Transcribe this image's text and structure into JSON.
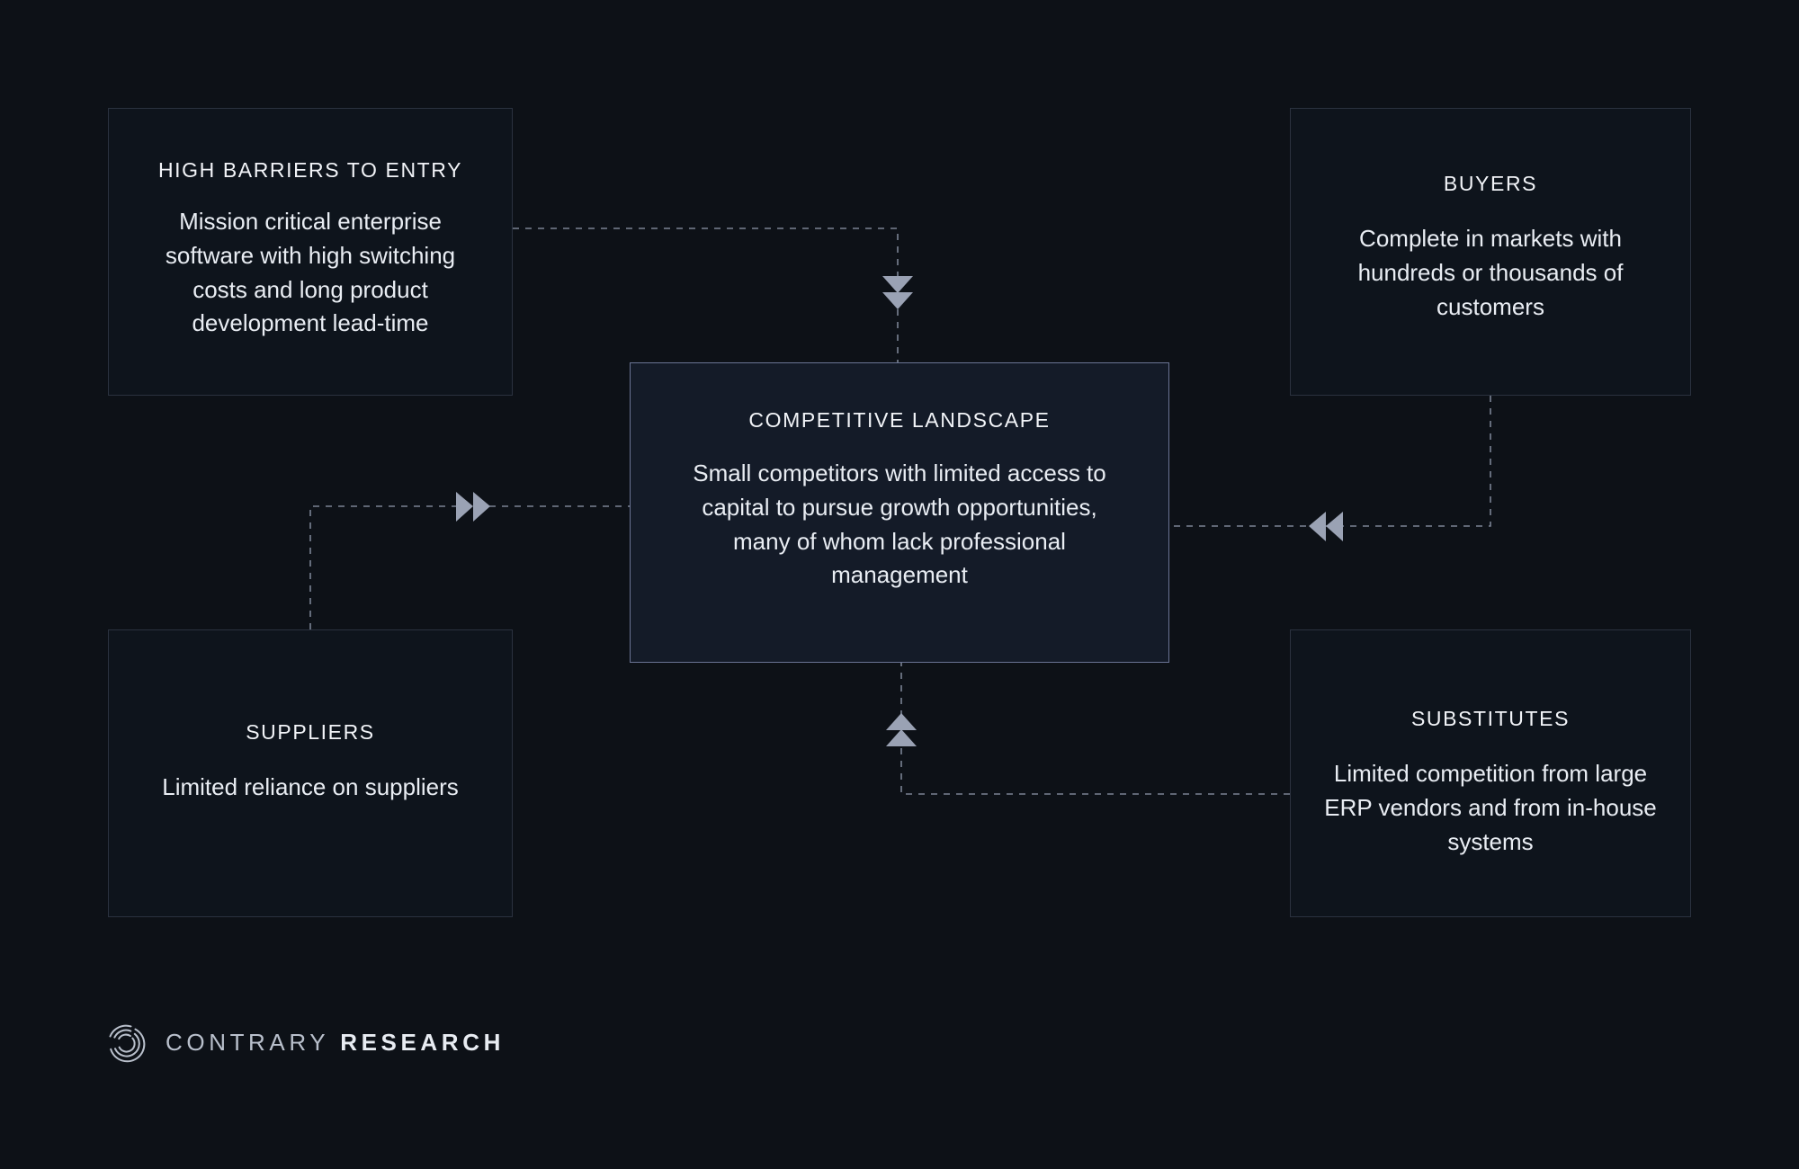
{
  "page": {
    "background_color": "#0d1117",
    "title": "Competitive Landscape — Five Forces Diagram"
  },
  "colors": {
    "background": "#0d1117",
    "outer_box_border": "#2b323f",
    "outer_box_fill": "#0e141c",
    "center_box_border": "#6a7494",
    "center_box_fill": "#141b28",
    "connector_line": "#7b8394",
    "arrow_fill": "#9aa2b4",
    "title_text": "#f2f4f8",
    "body_text": "#e9edf3",
    "logo_primary": "#b9c0cc",
    "logo_accent": "#e8ecf2"
  },
  "nodes": {
    "barriers": {
      "title": "HIGH BARRIERS TO ENTRY",
      "body": "Mission critical enterprise software with high switching costs and long product development lead-time"
    },
    "buyers": {
      "title": "BUYERS",
      "body": "Complete in markets with hundreds or thousands of customers"
    },
    "suppliers": {
      "title": "SUPPLIERS",
      "body": "Limited reliance on suppliers"
    },
    "substitutes": {
      "title": "SUBSTITUTES",
      "body": "Limited competition from large ERP vendors and from in-house systems"
    },
    "center": {
      "title": "COMPETITIVE LANDSCAPE",
      "body": "Small competitors with limited access to capital to pursue growth opportunities, many of whom lack professional management"
    }
  },
  "connectors": [
    {
      "name": "barriers-to-center",
      "from": "barriers",
      "to": "center",
      "style": "dashed",
      "arrow_direction": "down",
      "arrow_count": 2
    },
    {
      "name": "suppliers-to-center",
      "from": "suppliers",
      "to": "center",
      "style": "dashed",
      "arrow_direction": "right",
      "arrow_count": 2
    },
    {
      "name": "buyers-to-center",
      "from": "buyers",
      "to": "center",
      "style": "dashed",
      "arrow_direction": "left",
      "arrow_count": 2
    },
    {
      "name": "substitutes-to-center",
      "from": "substitutes",
      "to": "center",
      "style": "dashed",
      "arrow_direction": "up",
      "arrow_count": 2
    }
  ],
  "logo": {
    "icon": "contrary-spiral-icon",
    "word_1": "CONTRARY",
    "word_2": "RESEARCH"
  }
}
